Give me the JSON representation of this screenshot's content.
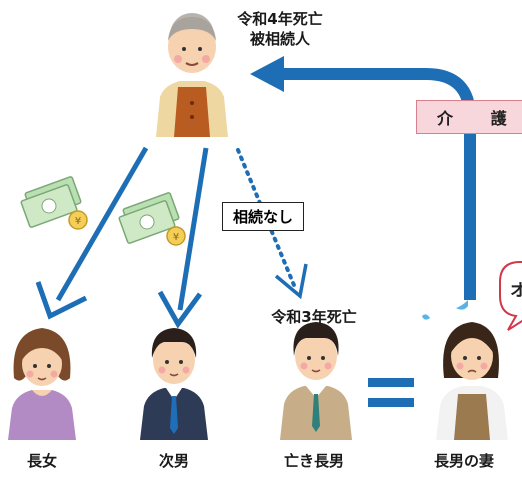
{
  "title": {
    "line1": "令和4年死亡",
    "line2": "被相続人"
  },
  "labels": {
    "care": "介 護",
    "no_inheritance": "相続なし",
    "deceased_year": "令和3年死亡",
    "bubble_partial": "オ"
  },
  "people": [
    {
      "id": "eldest-daughter",
      "label": "長女"
    },
    {
      "id": "second-son",
      "label": "次男"
    },
    {
      "id": "deceased-eldest-son",
      "label": "亡き長男"
    },
    {
      "id": "eldest-son-wife",
      "label": "長男の妻"
    }
  ],
  "colors": {
    "arrow": "#1d6eb5",
    "care_label_bg": "#f7d7dc",
    "care_label_border": "#d8808e"
  }
}
